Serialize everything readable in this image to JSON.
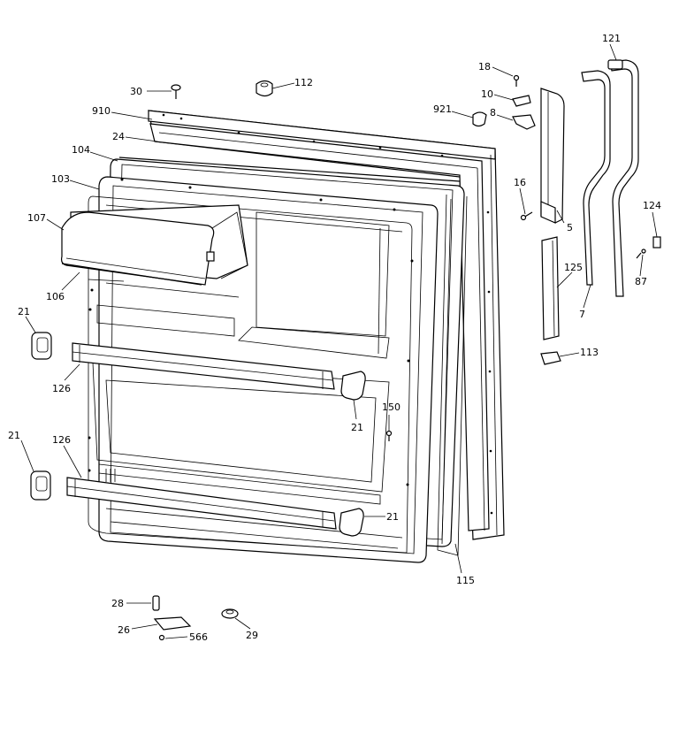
{
  "callouts": [
    {
      "id": "c30",
      "label": "30"
    },
    {
      "id": "c112",
      "label": "112"
    },
    {
      "id": "c910",
      "label": "910"
    },
    {
      "id": "c24",
      "label": "24"
    },
    {
      "id": "c104",
      "label": "104"
    },
    {
      "id": "c103",
      "label": "103"
    },
    {
      "id": "c107",
      "label": "107"
    },
    {
      "id": "c106",
      "label": "106"
    },
    {
      "id": "c21a",
      "label": "21"
    },
    {
      "id": "c126a",
      "label": "126"
    },
    {
      "id": "c21b",
      "label": "21"
    },
    {
      "id": "c126b",
      "label": "126"
    },
    {
      "id": "c21c",
      "label": "21"
    },
    {
      "id": "c21d",
      "label": "21"
    },
    {
      "id": "c150",
      "label": "150"
    },
    {
      "id": "c115",
      "label": "115"
    },
    {
      "id": "c18",
      "label": "18"
    },
    {
      "id": "c10",
      "label": "10"
    },
    {
      "id": "c921",
      "label": "921"
    },
    {
      "id": "c8",
      "label": "8"
    },
    {
      "id": "c16",
      "label": "16"
    },
    {
      "id": "c5",
      "label": "5"
    },
    {
      "id": "c121",
      "label": "121"
    },
    {
      "id": "c124",
      "label": "124"
    },
    {
      "id": "c125",
      "label": "125"
    },
    {
      "id": "c87",
      "label": "87"
    },
    {
      "id": "c7",
      "label": "7"
    },
    {
      "id": "c113",
      "label": "113"
    },
    {
      "id": "c28",
      "label": "28"
    },
    {
      "id": "c26",
      "label": "26"
    },
    {
      "id": "c566",
      "label": "566"
    },
    {
      "id": "c29",
      "label": "29"
    }
  ]
}
